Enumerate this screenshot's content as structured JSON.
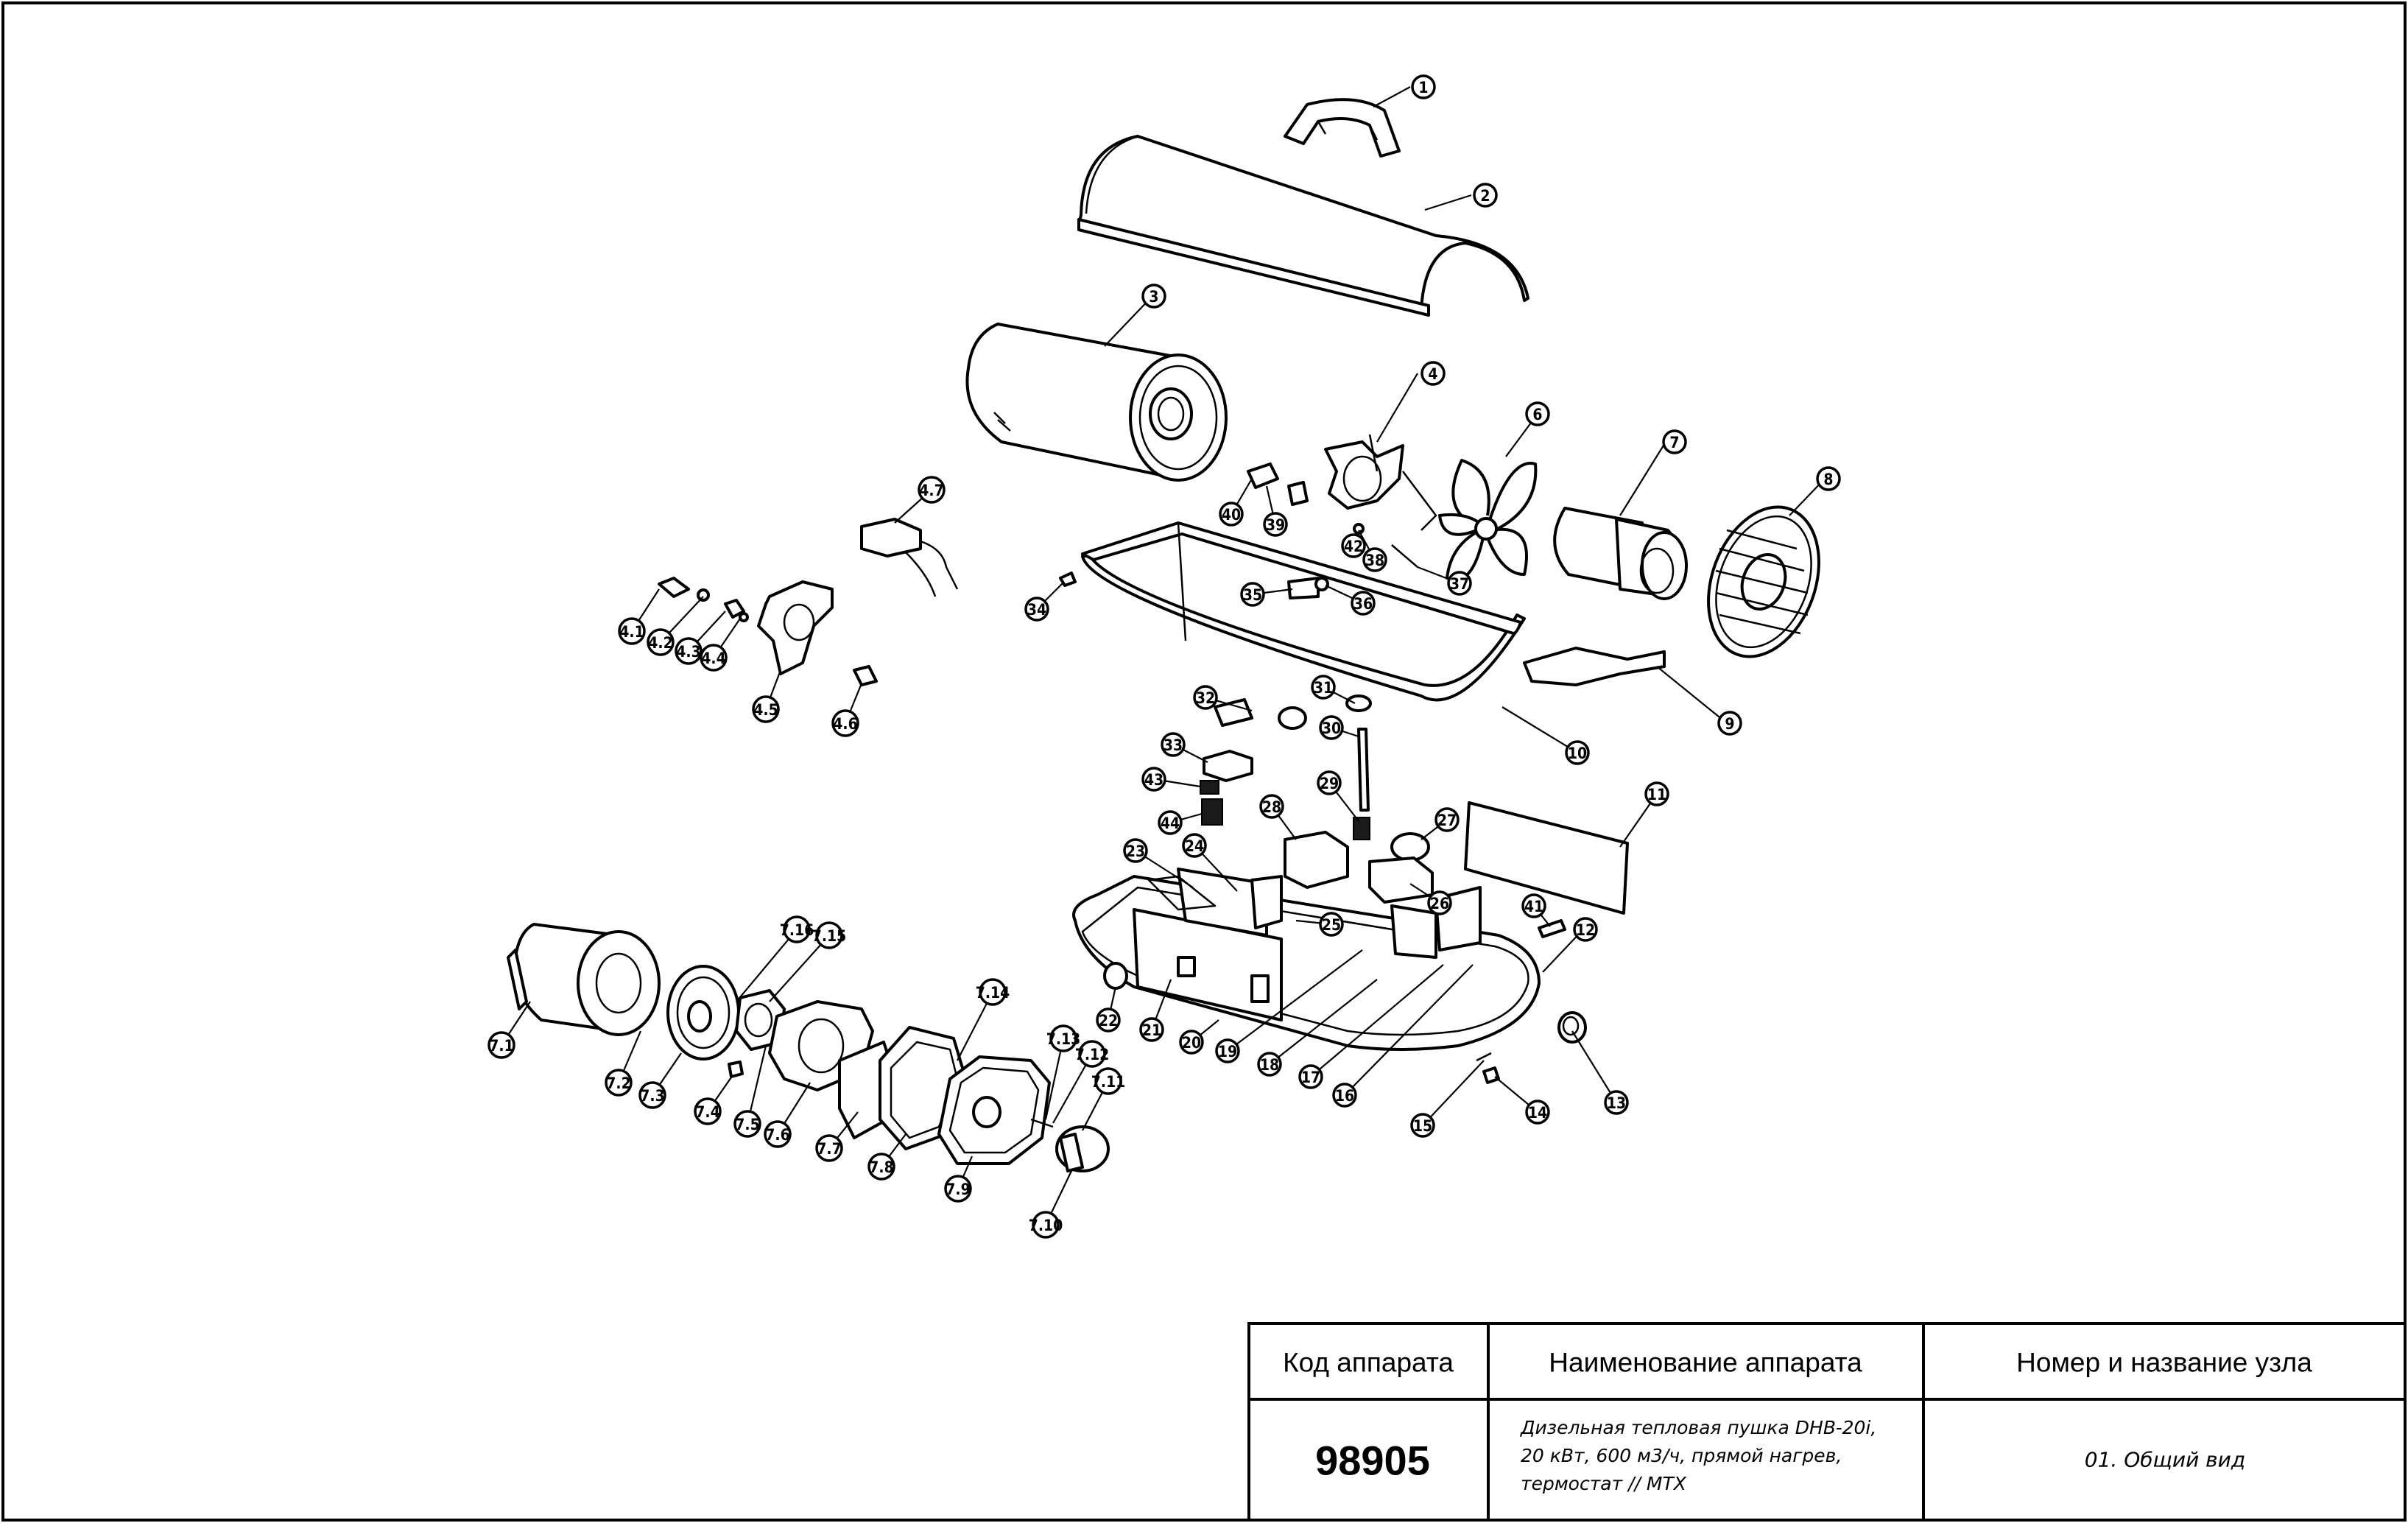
{
  "callouts": [
    "1",
    "2",
    "3",
    "4",
    "4.1",
    "4.2",
    "4.3",
    "4.4",
    "4.5",
    "4.6",
    "4.7",
    "6",
    "7",
    "8",
    "9",
    "10",
    "11",
    "12",
    "13",
    "14",
    "15",
    "16",
    "17",
    "18",
    "19",
    "20",
    "21",
    "22",
    "23",
    "24",
    "25",
    "26",
    "27",
    "28",
    "29",
    "30",
    "31",
    "32",
    "33",
    "34",
    "35",
    "36",
    "37",
    "38",
    "39",
    "40",
    "41",
    "42",
    "43",
    "44",
    "7.1",
    "7.2",
    "7.3",
    "7.4",
    "7.5",
    "7.6",
    "7.7",
    "7.8",
    "7.9",
    "7.10",
    "7.11",
    "7.12",
    "7.13",
    "7.14",
    "7.15",
    "7.16"
  ],
  "title_block": {
    "header_code": "Код аппарата",
    "header_name": "Наименование аппарата",
    "header_node": "Номер и название узла",
    "code_value": "98905",
    "name_value_lines": [
      "Дизельная тепловая пушка DHB-20i,",
      "20 кВт, 600 м3/ч, прямой нагрев,",
      "термостат // MTX"
    ],
    "node_value": "01. Общий вид"
  }
}
